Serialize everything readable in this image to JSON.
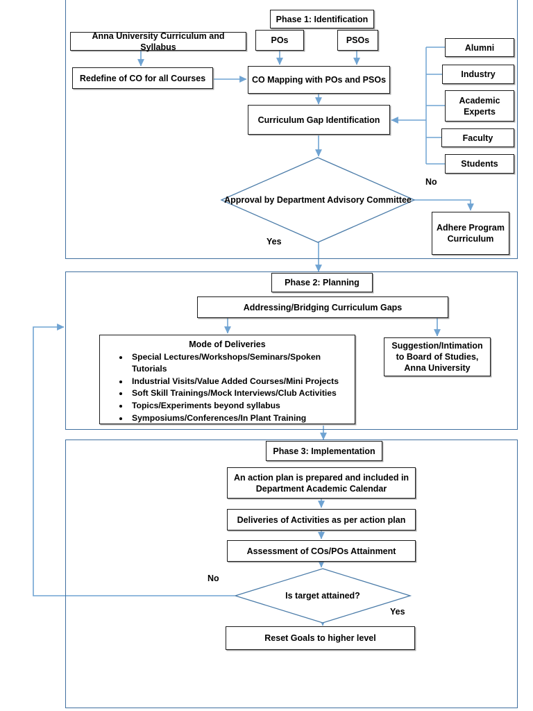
{
  "diagram": {
    "title": "Curriculum Gap Identification and Bridging Process",
    "accent_border": "#3f6f9f",
    "connector_color": "#6fa3d2",
    "box_border": "#1a1a1a"
  },
  "phase1": {
    "label": "Phase 1: Identification",
    "boxes": {
      "anna_curriculum": "Anna University Curriculum and Syllabus",
      "redefine_co": "Redefine of CO for all Courses",
      "pos": "POs",
      "psos": "PSOs",
      "co_mapping": "CO Mapping with POs and PSOs",
      "gap_identification": "Curriculum Gap Identification",
      "adhere": "Adhere Program Curriculum"
    },
    "decision": "Approval by Department Advisory Committee",
    "decision_lines": [
      "Approval by",
      "Department",
      "Advisory Committee"
    ],
    "labels": {
      "yes": "Yes",
      "no": "No"
    },
    "stakeholders": [
      {
        "label": "Alumni"
      },
      {
        "label": "Industry"
      },
      {
        "label": "Academic Experts"
      },
      {
        "label": "Faculty"
      },
      {
        "label": "Students"
      }
    ]
  },
  "phase2": {
    "label": "Phase 2: Planning",
    "boxes": {
      "bridging": "Addressing/Bridging Curriculum Gaps",
      "suggestion": "Suggestion/Intimation to Board of Studies, Anna University"
    },
    "deliveries": {
      "title": "Mode of Deliveries",
      "items": [
        "Special Lectures/Workshops/Seminars/Spoken Tutorials",
        "Industrial Visits/Value Added Courses/Mini Projects",
        "Soft Skill Trainings/Mock Interviews/Club Activities",
        "Topics/Experiments beyond syllabus",
        "Symposiums/Conferences/In Plant Training"
      ]
    }
  },
  "phase3": {
    "label": "Phase 3: Implementation",
    "boxes": {
      "action_plan": "An action plan is prepared and included in Department Academic Calendar",
      "deliveries_activities": "Deliveries of Activities as per action plan",
      "assessment": "Assessment of COs/POs Attainment",
      "reset_goals": "Reset Goals to higher level"
    },
    "decision": "Is target attained?",
    "labels": {
      "yes": "Yes",
      "no": "No"
    }
  }
}
